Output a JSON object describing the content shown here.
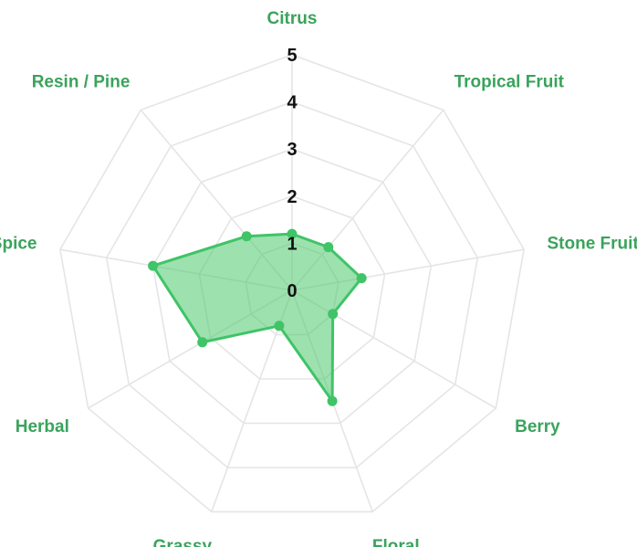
{
  "chart_data": {
    "type": "radar",
    "axes": [
      "Citrus",
      "Tropical Fruit",
      "Stone Fruit",
      "Berry",
      "Floral",
      "Grassy",
      "Herbal",
      "Spice",
      "Resin / Pine"
    ],
    "values": [
      1.2,
      1.2,
      1.5,
      1.0,
      2.5,
      0.8,
      2.2,
      3.0,
      1.5
    ],
    "rlim": [
      0,
      5
    ],
    "ticks": [
      "0",
      "1",
      "2",
      "3",
      "4",
      "5"
    ],
    "grid": true,
    "colors": {
      "area": "#4cc96e",
      "line": "#3fc467",
      "label": "#3aa35c",
      "grid": "#e5e5e5"
    }
  }
}
